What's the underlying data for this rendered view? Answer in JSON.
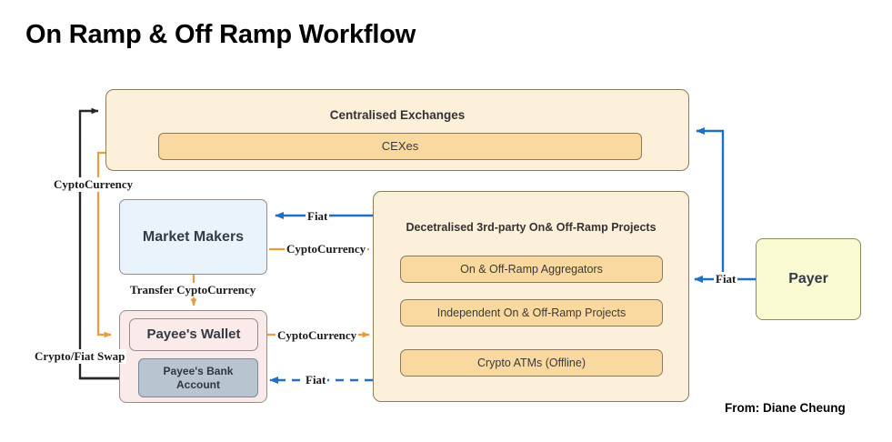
{
  "page": {
    "title": "On Ramp & Off Ramp Workflow",
    "attribution": "From:  Diane Cheung"
  },
  "colors": {
    "container_fill": "#fdf0da",
    "container_stroke": "#8d7a5c",
    "item_fill": "#fad9a0",
    "market_makers_fill": "#eaf2fb",
    "payee_group_fill": "#fbeaea",
    "payee_bank_fill": "#b8c4d0",
    "payer_fill": "#fafad2",
    "arrow_blue": "#1f6fc4",
    "arrow_orange": "#eb9b3c",
    "arrow_black": "#262626"
  },
  "nodes": {
    "cex_container": {
      "title": "Centralised Exchanges",
      "items": [
        {
          "label": "CEXes"
        }
      ]
    },
    "dex_container": {
      "title": "Decetralised 3rd-party On& Off-Ramp Projects",
      "items": [
        {
          "label": "On & Off-Ramp Aggregators"
        },
        {
          "label": "Independent On & Off-Ramp Projects"
        },
        {
          "label": "Crypto ATMs (Offline)"
        }
      ]
    },
    "market_makers": {
      "label": "Market Makers"
    },
    "payee_group": {
      "wallet": {
        "label": "Payee's Wallet"
      },
      "bank": {
        "label_line1": "Payee's Bank",
        "label_line2": "Account"
      }
    },
    "payer": {
      "label": "Payer"
    }
  },
  "edges": [
    {
      "id": "crypto-left",
      "label": "CyptoCurrency",
      "color": "#262626",
      "style": "solid",
      "from": "payee-bank",
      "to": "cex-container"
    },
    {
      "id": "crypto-fiat-swap",
      "label": "Crypto/Fiat Swap",
      "color": "#262626",
      "style": "solid",
      "from": "cex-container",
      "to": "payee-bank"
    },
    {
      "id": "crypto-cex-wallet",
      "label": "",
      "color": "#eb9b3c",
      "style": "solid",
      "from": "cex-container",
      "to": "payee-wallet"
    },
    {
      "id": "transfer-crypto",
      "label": "Transfer CyptoCurrency",
      "color": "#eb9b3c",
      "style": "solid",
      "from": "market-makers",
      "to": "payee-wallet"
    },
    {
      "id": "fiat-mm",
      "label": "Fiat",
      "color": "#1f6fc4",
      "style": "solid",
      "from": "dex-container",
      "to": "market-makers"
    },
    {
      "id": "crypto-mm",
      "label": "CyptoCurrency",
      "color": "#eb9b3c",
      "style": "solid",
      "from": "market-makers",
      "to": "dex-container"
    },
    {
      "id": "crypto-wallet",
      "label": "CyptoCurrency",
      "color": "#eb9b3c",
      "style": "solid",
      "from": "payee-wallet",
      "to": "dex-container"
    },
    {
      "id": "fiat-bank",
      "label": "Fiat",
      "color": "#1f6fc4",
      "style": "dashed",
      "from": "dex-container",
      "to": "payee-bank"
    },
    {
      "id": "fiat-payer",
      "label": "Fiat",
      "color": "#1f6fc4",
      "style": "solid",
      "from": "payer",
      "to": "dex-container"
    }
  ]
}
